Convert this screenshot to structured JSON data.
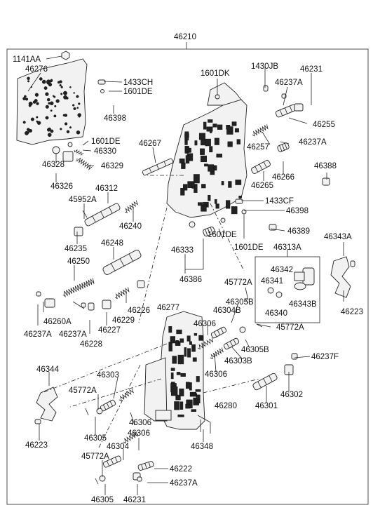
{
  "diagram": {
    "assembly_number": "46210",
    "labels": {
      "l_1141AA": "1141AA",
      "l_46276": "46276",
      "l_1433CH": "1433CH",
      "l_1601DE_a": "1601DE",
      "l_46398_a": "46398",
      "l_1601DK": "1601DK",
      "l_1430JB": "1430JB",
      "l_46231_top": "46231",
      "l_46237A_a": "46237A",
      "l_46255": "46255",
      "l_1601DE_b": "1601DE",
      "l_46330": "46330",
      "l_46267": "46267",
      "l_46257": "46257",
      "l_46237A_b": "46237A",
      "l_46328": "46328",
      "l_46329": "46329",
      "l_46326": "46326",
      "l_46388": "46388",
      "l_46266": "46266",
      "l_46265": "46265",
      "l_46312": "46312",
      "l_45952A": "45952A",
      "l_1433CF": "1433CF",
      "l_46398_b": "46398",
      "l_46240": "46240",
      "l_46235": "46235",
      "l_46389": "46389",
      "l_46333": "46333",
      "l_1601DE_c": "1601DE",
      "l_1601DE_d": "1601DE",
      "l_46343A": "46343A",
      "l_46313A": "46313A",
      "l_46248": "46248",
      "l_46342": "46342",
      "l_46250": "46250",
      "l_46386": "46386",
      "l_46341": "46341",
      "l_45772A_a": "45772A",
      "l_46340": "46340",
      "l_46343B": "46343B",
      "l_46223_r": "46223",
      "l_46305B_a": "46305B",
      "l_46277": "46277",
      "l_46304B": "46304B",
      "l_46306_a": "46306",
      "l_45772A_b": "45772A",
      "l_46260A": "46260A",
      "l_46237A_c": "46237A",
      "l_46226": "46226",
      "l_46229": "46229",
      "l_46227": "46227",
      "l_46237A_d": "46237A",
      "l_46228": "46228",
      "l_46305B_b": "46305B",
      "l_46303B": "46303B",
      "l_46237F": "46237F",
      "l_46344": "46344",
      "l_46306_b": "46306",
      "l_46303": "46303",
      "l_46302": "46302",
      "l_45772A_c": "45772A",
      "l_46306_c": "46306",
      "l_46280": "46280",
      "l_46301": "46301",
      "l_46305_a": "46305",
      "l_46223_l": "46223",
      "l_46306_d": "46306",
      "l_46348": "46348",
      "l_46304": "46304",
      "l_45772A_d": "45772A",
      "l_46222": "46222",
      "l_46237A_e": "46237A",
      "l_46305_b": "46305",
      "l_46231_bot": "46231"
    }
  }
}
